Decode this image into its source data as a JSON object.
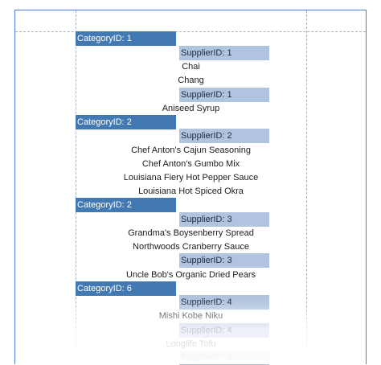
{
  "report": {
    "rows": [
      {
        "kind": "category",
        "text": "CategoryID: 1"
      },
      {
        "kind": "supplier",
        "text": "SupplierID: 1"
      },
      {
        "kind": "product",
        "text": "Chai"
      },
      {
        "kind": "product",
        "text": "Chang"
      },
      {
        "kind": "supplier",
        "text": "SupplierID: 1"
      },
      {
        "kind": "product",
        "text": "Aniseed Syrup"
      },
      {
        "kind": "category",
        "text": "CategoryID: 2"
      },
      {
        "kind": "supplier",
        "text": "SupplierID: 2"
      },
      {
        "kind": "product",
        "text": "Chef Anton's Cajun Seasoning"
      },
      {
        "kind": "product",
        "text": "Chef Anton's Gumbo Mix"
      },
      {
        "kind": "product",
        "text": "Louisiana Fiery Hot Pepper Sauce"
      },
      {
        "kind": "product",
        "text": "Louisiana Hot Spiced Okra"
      },
      {
        "kind": "category",
        "text": "CategoryID: 2"
      },
      {
        "kind": "supplier",
        "text": "SupplierID: 3"
      },
      {
        "kind": "product",
        "text": "Grandma's Boysenberry Spread"
      },
      {
        "kind": "product",
        "text": "Northwoods Cranberry Sauce"
      },
      {
        "kind": "supplier",
        "text": "SupplierID: 3"
      },
      {
        "kind": "product",
        "text": "Uncle Bob's Organic Dried Pears"
      },
      {
        "kind": "category",
        "text": "CategoryID: 6"
      },
      {
        "kind": "supplier",
        "text": "SupplierID: 4"
      },
      {
        "kind": "product",
        "text": "Mishi Kobe Niku"
      },
      {
        "kind": "supplier",
        "text": "SupplierID: 4"
      },
      {
        "kind": "product",
        "text": "Longlife Tofu"
      },
      {
        "kind": "supplier",
        "text": "SupplierID: 4"
      }
    ]
  },
  "colors": {
    "category_band": "#4379b2",
    "supplier_band": "#b1c4df",
    "page_border": "#4a7fc1",
    "guide_line": "#a9b3bd"
  }
}
